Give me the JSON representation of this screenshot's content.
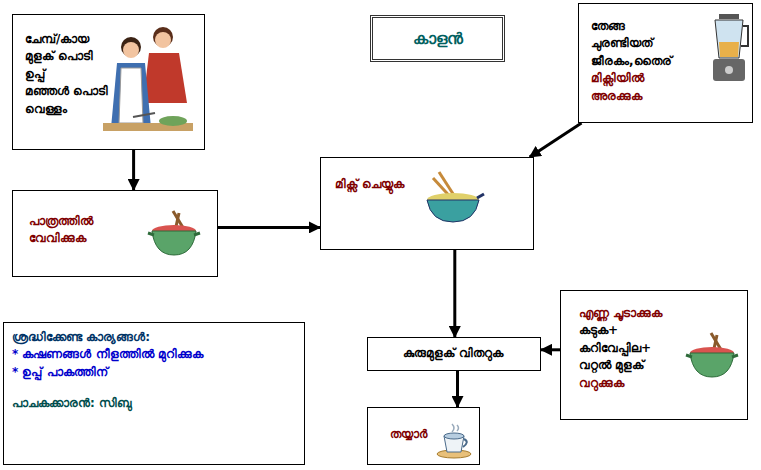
{
  "diagram": {
    "title": "കാളൻ",
    "nodes": [
      {
        "text": [
          "ചേമ്പ്/കായ",
          "മുളക് പൊടി",
          "ഉപ്പ്",
          "മഞ്ഞൾ പൊടി",
          "വെള്ളം"
        ]
      },
      {
        "text": [
          "തേങ്ങ ചുരണ്ടിയത് ജീരകം,തൈര്",
          "മിക്സിയിൽ അരക്കുക"
        ]
      },
      {
        "text": [
          "പാത്രത്തിൽ വേവിക്കുക"
        ]
      },
      {
        "text": [
          "മിക്സ് ചെയ്യുക"
        ]
      },
      {
        "text": [
          "ശ്രദ്ധിക്കേണ്ട കാര്യങ്ങൾ:",
          "* കഷണങ്ങൾ നീളത്തിൽ മുറിക്കുക",
          "* ഉപ്പ് പാകത്തിന്",
          "പാചകക്കാരൻ: സിബു"
        ]
      },
      {
        "text": [
          "എണ്ണ ചൂടാക്കുക",
          "കടുക+ കറിവേപ്പില+ വറ്റൽ മുളക്",
          "വറുക്കുക"
        ]
      },
      {
        "text": [
          "കുരുമുളക് വിതറുക"
        ]
      },
      {
        "text": [
          "തയ്യാർ"
        ]
      }
    ],
    "edges": [
      {
        "from": 0,
        "to": 2,
        "arrow": "to"
      },
      {
        "from": 2,
        "to": 3,
        "arrow": "to"
      },
      {
        "from": 1,
        "to": 3,
        "arrow": "to"
      },
      {
        "from": 3,
        "to": 6,
        "arrow": "to"
      },
      {
        "from": 5,
        "to": 6,
        "arrow": "to"
      },
      {
        "from": 6,
        "to": 7,
        "arrow": "to"
      }
    ]
  }
}
